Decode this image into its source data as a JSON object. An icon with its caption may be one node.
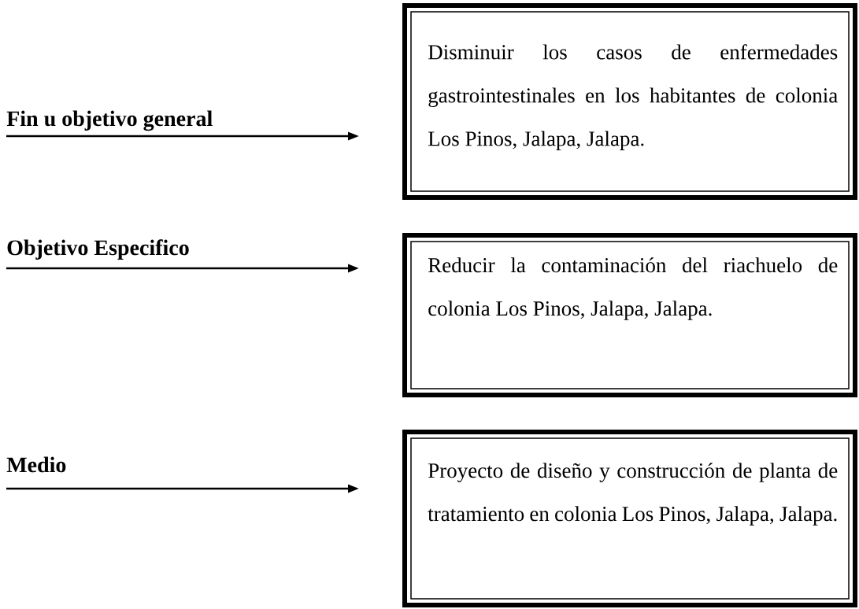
{
  "diagram": {
    "nodes": [
      {
        "text": [
          "Fin u objetivo general"
        ]
      },
      {
        "text": [
          "Disminuir los casos de enfermedades gastrointestinales en los habitantes de colonia Los Pinos, Jalapa, Jalapa."
        ]
      },
      {
        "text": [
          "Objetivo Especifico"
        ]
      },
      {
        "text": [
          "Reducir la contaminación del riachuelo de colonia Los Pinos, Jalapa, Jalapa."
        ]
      },
      {
        "text": [
          "Medio"
        ]
      },
      {
        "text": [
          "Proyecto de diseño y construcción de planta de tratamiento en colonia Los Pinos, Jalapa, Jalapa."
        ]
      }
    ],
    "edges": [
      {
        "from": 0,
        "to": 1,
        "arrow": "to"
      },
      {
        "from": 2,
        "to": 3,
        "arrow": "to"
      },
      {
        "from": 4,
        "to": 5,
        "arrow": "to"
      }
    ]
  }
}
